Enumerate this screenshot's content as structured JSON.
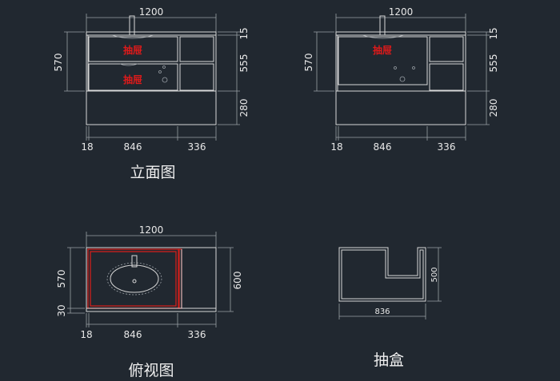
{
  "colors": {
    "background": "#212830",
    "line": "#d8d8d8",
    "highlight": "#d0201c",
    "label": "#e01a1a"
  },
  "elevation_1": {
    "width_1200": "1200",
    "h_15": "15",
    "h_555": "555",
    "h_280": "280",
    "h_570": "570",
    "w_18": "18",
    "w_846": "846",
    "w_336": "336",
    "drawer_label_top": "抽屉",
    "drawer_label_bottom": "抽屉"
  },
  "elevation_2": {
    "width_1200": "1200",
    "h_15": "15",
    "h_555": "555",
    "h_280": "280",
    "h_570": "570",
    "w_18": "18",
    "w_846": "846",
    "w_336": "336",
    "drawer_label": "抽屉"
  },
  "elevation_caption": "立面图",
  "plan": {
    "width_1200": "1200",
    "h_570": "570",
    "h_30": "30",
    "h_600": "600",
    "w_18": "18",
    "w_846": "846",
    "w_336": "336",
    "caption": "俯视图"
  },
  "drawer_box": {
    "width_836": "836",
    "height_500": "500",
    "caption": "抽盒"
  }
}
